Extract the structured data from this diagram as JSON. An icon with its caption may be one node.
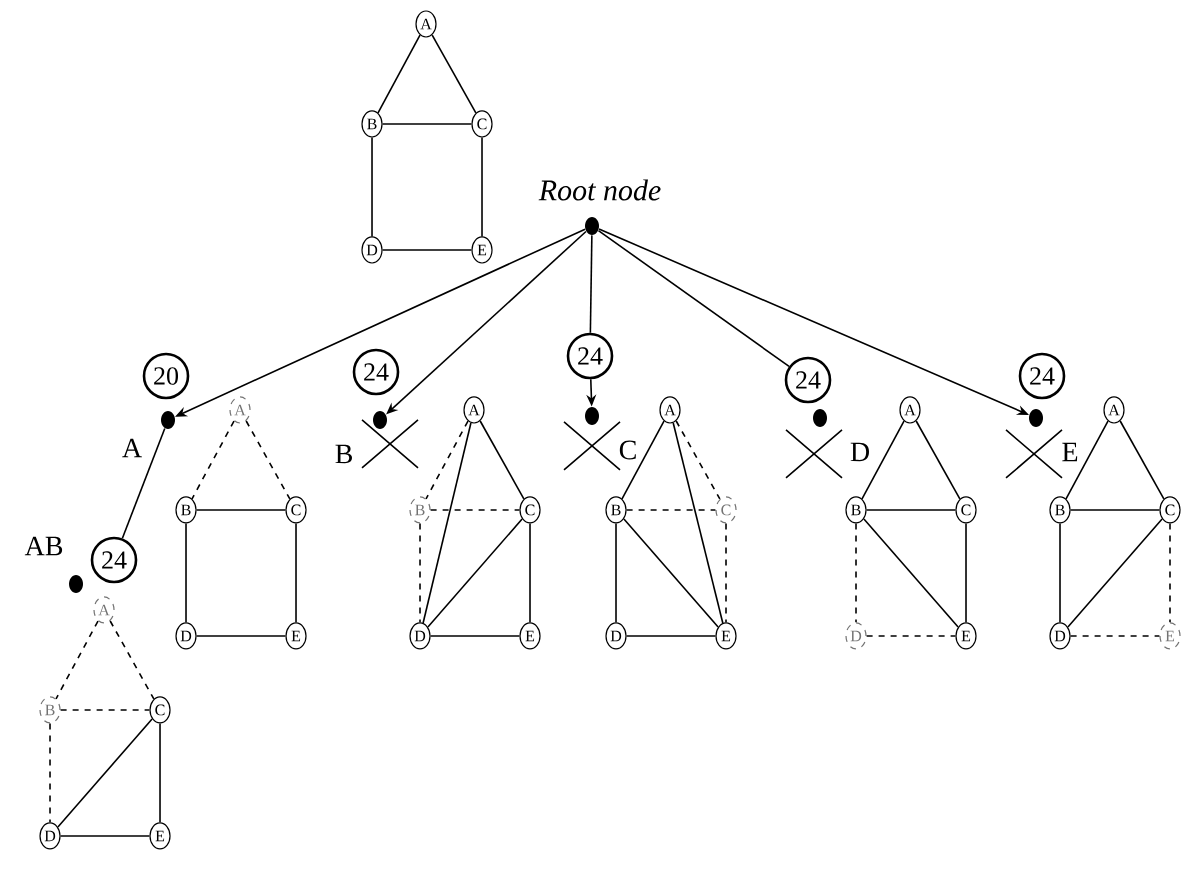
{
  "diagram": {
    "nodes": [
      {
        "text": [
          "A"
        ]
      },
      {
        "text": [
          "B"
        ]
      },
      {
        "text": [
          "C"
        ]
      },
      {
        "text": [
          "D"
        ]
      },
      {
        "text": [
          "E"
        ]
      },
      {
        "text": [],
        "shape": "circle",
        "beside": [
          "Root node"
        ]
      },
      {
        "text": [
          "20"
        ]
      },
      {
        "text": [],
        "shape": "circle",
        "beside": [
          "A"
        ]
      },
      {
        "text": [
          "24"
        ]
      },
      {
        "text": [],
        "shape": "circle",
        "beside": [
          "B"
        ]
      },
      {
        "text": [
          "24"
        ]
      },
      {
        "text": [],
        "shape": "circle",
        "beside": [
          "C"
        ]
      },
      {
        "text": [
          "24"
        ]
      },
      {
        "text": [],
        "shape": "circle",
        "beside": [
          "D"
        ]
      },
      {
        "text": [
          "24"
        ]
      },
      {
        "text": [],
        "shape": "circle",
        "beside": [
          "E"
        ]
      },
      {
        "text": [
          "A"
        ]
      },
      {
        "text": [
          "B"
        ]
      },
      {
        "text": [
          "C"
        ]
      },
      {
        "text": [
          "D"
        ]
      },
      {
        "text": [
          "E"
        ]
      },
      {
        "text": [
          "A"
        ]
      },
      {
        "text": [
          "B"
        ]
      },
      {
        "text": [
          "C"
        ]
      },
      {
        "text": [
          "D"
        ]
      },
      {
        "text": [
          "E"
        ]
      },
      {
        "text": [
          "A"
        ]
      },
      {
        "text": [
          "B"
        ]
      },
      {
        "text": [
          "C"
        ]
      },
      {
        "text": [
          "D"
        ]
      },
      {
        "text": [
          "E"
        ]
      },
      {
        "text": [
          "A"
        ]
      },
      {
        "text": [
          "B"
        ]
      },
      {
        "text": [
          "C"
        ]
      },
      {
        "text": [
          "D"
        ]
      },
      {
        "text": [
          "E"
        ]
      },
      {
        "text": [
          "A"
        ]
      },
      {
        "text": [
          "B"
        ]
      },
      {
        "text": [
          "C"
        ]
      },
      {
        "text": [
          "D"
        ]
      },
      {
        "text": [
          "E"
        ]
      },
      {
        "text": [],
        "shape": "circle",
        "beside": [
          "AB"
        ]
      },
      {
        "text": [
          "24"
        ]
      },
      {
        "text": [
          "A"
        ]
      },
      {
        "text": [
          "B"
        ]
      },
      {
        "text": [
          "C"
        ]
      },
      {
        "text": [
          "D"
        ]
      },
      {
        "text": [
          "E"
        ]
      }
    ],
    "edges": [
      {
        "from": 0,
        "to": 1,
        "arrow": "none"
      },
      {
        "from": 0,
        "to": 2,
        "arrow": "none"
      },
      {
        "from": 1,
        "to": 2,
        "arrow": "none"
      },
      {
        "from": 1,
        "to": 3,
        "arrow": "none"
      },
      {
        "from": 2,
        "to": 4,
        "arrow": "none"
      },
      {
        "from": 3,
        "to": 4,
        "arrow": "none"
      },
      {
        "from": 5,
        "to": 7,
        "arrow": "to"
      },
      {
        "from": 5,
        "to": 9,
        "arrow": "to"
      },
      {
        "from": 5,
        "to": 10,
        "arrow": "none"
      },
      {
        "from": 10,
        "to": 11,
        "arrow": "to"
      },
      {
        "from": 5,
        "to": 12,
        "arrow": "none"
      },
      {
        "from": 5,
        "to": 15,
        "arrow": "to"
      },
      {
        "from": 7,
        "to": 42,
        "arrow": "none"
      },
      {
        "from": 16,
        "to": 17,
        "arrow": "none",
        "style": "dashed"
      },
      {
        "from": 16,
        "to": 18,
        "arrow": "none",
        "style": "dashed"
      },
      {
        "from": 17,
        "to": 18,
        "arrow": "none"
      },
      {
        "from": 17,
        "to": 19,
        "arrow": "none"
      },
      {
        "from": 18,
        "to": 20,
        "arrow": "none"
      },
      {
        "from": 19,
        "to": 20,
        "arrow": "none"
      },
      {
        "from": 21,
        "to": 22,
        "arrow": "none",
        "style": "dashed"
      },
      {
        "from": 21,
        "to": 23,
        "arrow": "none"
      },
      {
        "from": 21,
        "to": 24,
        "arrow": "none"
      },
      {
        "from": 22,
        "to": 23,
        "arrow": "none",
        "style": "dashed"
      },
      {
        "from": 22,
        "to": 24,
        "arrow": "none",
        "style": "dashed"
      },
      {
        "from": 23,
        "to": 24,
        "arrow": "none"
      },
      {
        "from": 23,
        "to": 25,
        "arrow": "none"
      },
      {
        "from": 24,
        "to": 25,
        "arrow": "none"
      },
      {
        "from": 26,
        "to": 27,
        "arrow": "none"
      },
      {
        "from": 26,
        "to": 28,
        "arrow": "none",
        "style": "dashed"
      },
      {
        "from": 26,
        "to": 30,
        "arrow": "none"
      },
      {
        "from": 27,
        "to": 28,
        "arrow": "none",
        "style": "dashed"
      },
      {
        "from": 27,
        "to": 29,
        "arrow": "none"
      },
      {
        "from": 27,
        "to": 30,
        "arrow": "none"
      },
      {
        "from": 28,
        "to": 30,
        "arrow": "none",
        "style": "dashed"
      },
      {
        "from": 29,
        "to": 30,
        "arrow": "none"
      },
      {
        "from": 31,
        "to": 32,
        "arrow": "none"
      },
      {
        "from": 31,
        "to": 33,
        "arrow": "none"
      },
      {
        "from": 32,
        "to": 33,
        "arrow": "none"
      },
      {
        "from": 32,
        "to": 34,
        "arrow": "none",
        "style": "dashed"
      },
      {
        "from": 32,
        "to": 35,
        "arrow": "none"
      },
      {
        "from": 33,
        "to": 35,
        "arrow": "none"
      },
      {
        "from": 34,
        "to": 35,
        "arrow": "none",
        "style": "dashed"
      },
      {
        "from": 36,
        "to": 37,
        "arrow": "none"
      },
      {
        "from": 36,
        "to": 38,
        "arrow": "none"
      },
      {
        "from": 37,
        "to": 38,
        "arrow": "none"
      },
      {
        "from": 37,
        "to": 39,
        "arrow": "none"
      },
      {
        "from": 38,
        "to": 39,
        "arrow": "none"
      },
      {
        "from": 38,
        "to": 40,
        "arrow": "none",
        "style": "dashed"
      },
      {
        "from": 39,
        "to": 40,
        "arrow": "none",
        "style": "dashed"
      },
      {
        "from": 43,
        "to": 44,
        "arrow": "none",
        "style": "dashed"
      },
      {
        "from": 43,
        "to": 45,
        "arrow": "none",
        "style": "dashed"
      },
      {
        "from": 44,
        "to": 45,
        "arrow": "none",
        "style": "dashed"
      },
      {
        "from": 44,
        "to": 46,
        "arrow": "none",
        "style": "dashed"
      },
      {
        "from": 45,
        "to": 46,
        "arrow": "none"
      },
      {
        "from": 45,
        "to": 47,
        "arrow": "none"
      },
      {
        "from": 46,
        "to": 47,
        "arrow": "none"
      }
    ]
  }
}
